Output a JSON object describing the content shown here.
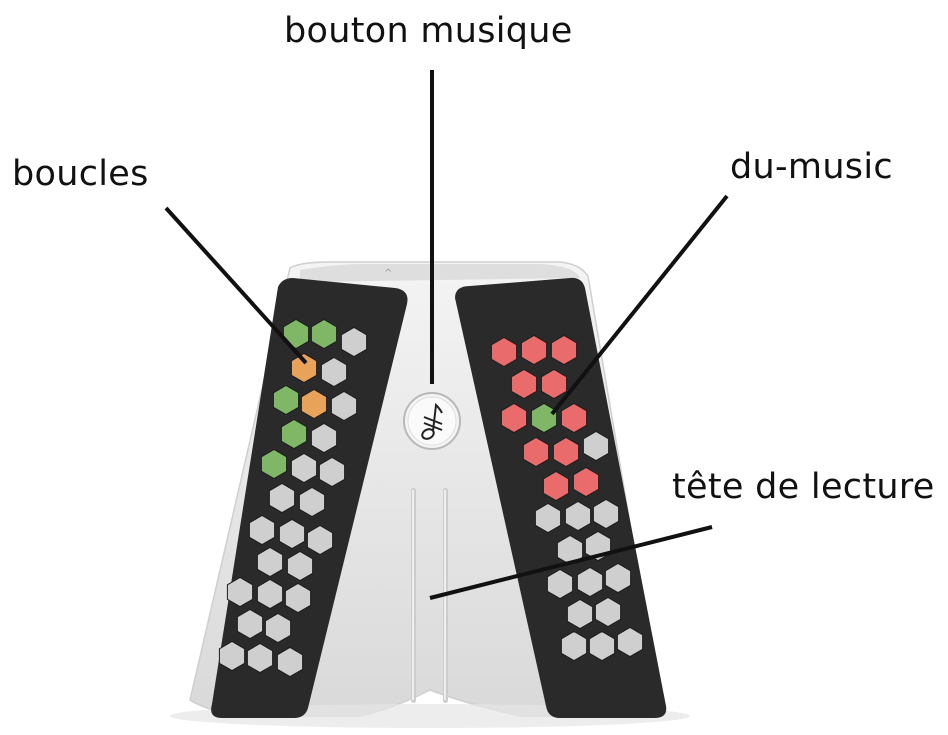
{
  "labels": {
    "music_button": "bouton musique",
    "loops": "boucles",
    "du_music": "du-music",
    "read_head": "tête de lecture"
  },
  "device": {
    "music_button_icon": "music-note-slash-icon",
    "left_panel": {
      "pads": [
        {
          "state": "active-green"
        },
        {
          "state": "active-green"
        },
        {
          "state": "inactive"
        },
        {
          "state": "active-orange"
        },
        {
          "state": "inactive"
        },
        {
          "state": "active-green"
        },
        {
          "state": "active-orange"
        },
        {
          "state": "inactive"
        },
        {
          "state": "active-green"
        },
        {
          "state": "inactive"
        },
        {
          "state": "active-green"
        },
        {
          "state": "inactive"
        },
        {
          "state": "inactive"
        }
      ]
    },
    "right_panel": {
      "pads": [
        {
          "state": "active-red"
        },
        {
          "state": "active-red"
        },
        {
          "state": "active-red"
        },
        {
          "state": "active-red"
        },
        {
          "state": "active-red"
        },
        {
          "state": "active-red"
        },
        {
          "state": "active-green"
        },
        {
          "state": "active-red"
        }
      ]
    },
    "colors": {
      "panel": "#2a2a2a",
      "body": "#e6e6e6",
      "pad_inactive": "#cfcfcf",
      "pad_green": "#7fb766",
      "pad_orange": "#e9a25a",
      "pad_red": "#e96b6b"
    }
  }
}
